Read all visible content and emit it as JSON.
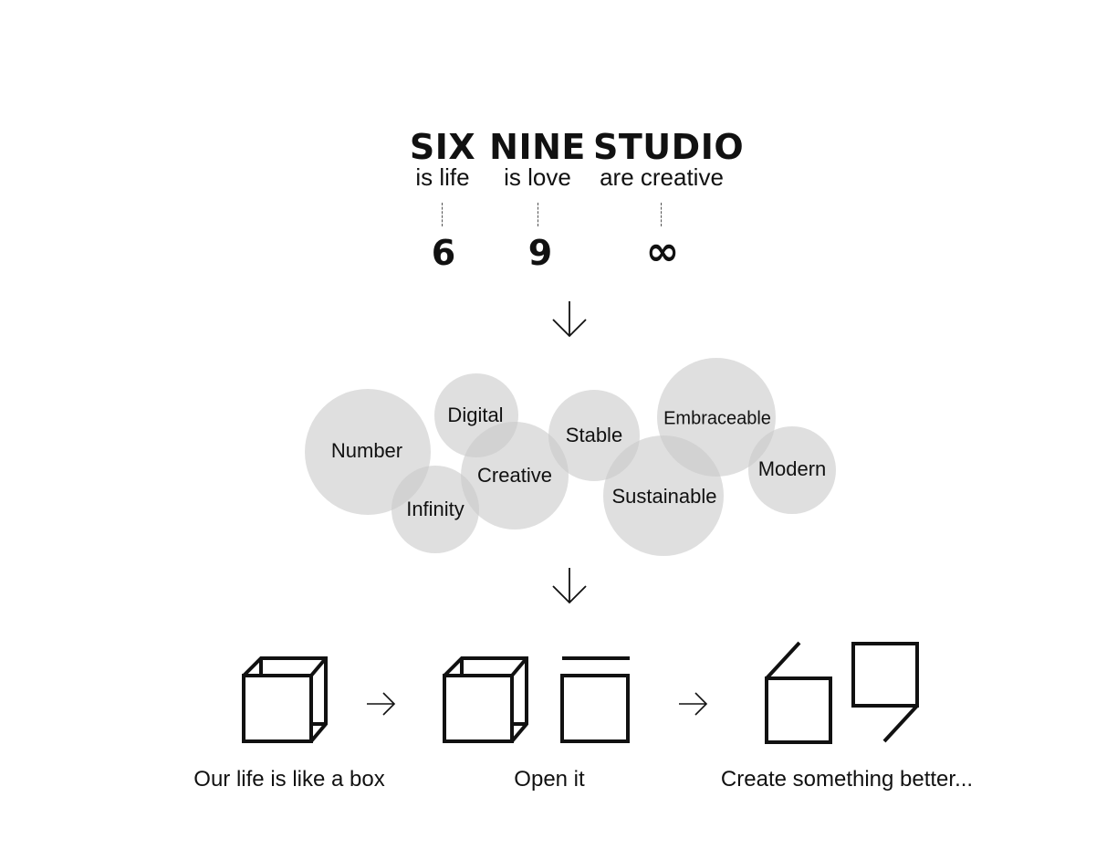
{
  "header": {
    "columns": [
      {
        "word": "SIX",
        "sub": "is life",
        "symbol": "6"
      },
      {
        "word": "NINE",
        "sub": "is love",
        "symbol": "9"
      },
      {
        "word": "STUDIO",
        "sub": "are creative",
        "symbol": "∞"
      }
    ]
  },
  "keywords": [
    "Number",
    "Digital",
    "Creative",
    "Infinity",
    "Stable",
    "Embraceable",
    "Sustainable",
    "Modern"
  ],
  "steps": {
    "step1": "Our life is like a box",
    "step2": "Open it",
    "step3": "Create something better..."
  },
  "colors": {
    "bubble": "#c8c8c8",
    "ink": "#111111"
  }
}
